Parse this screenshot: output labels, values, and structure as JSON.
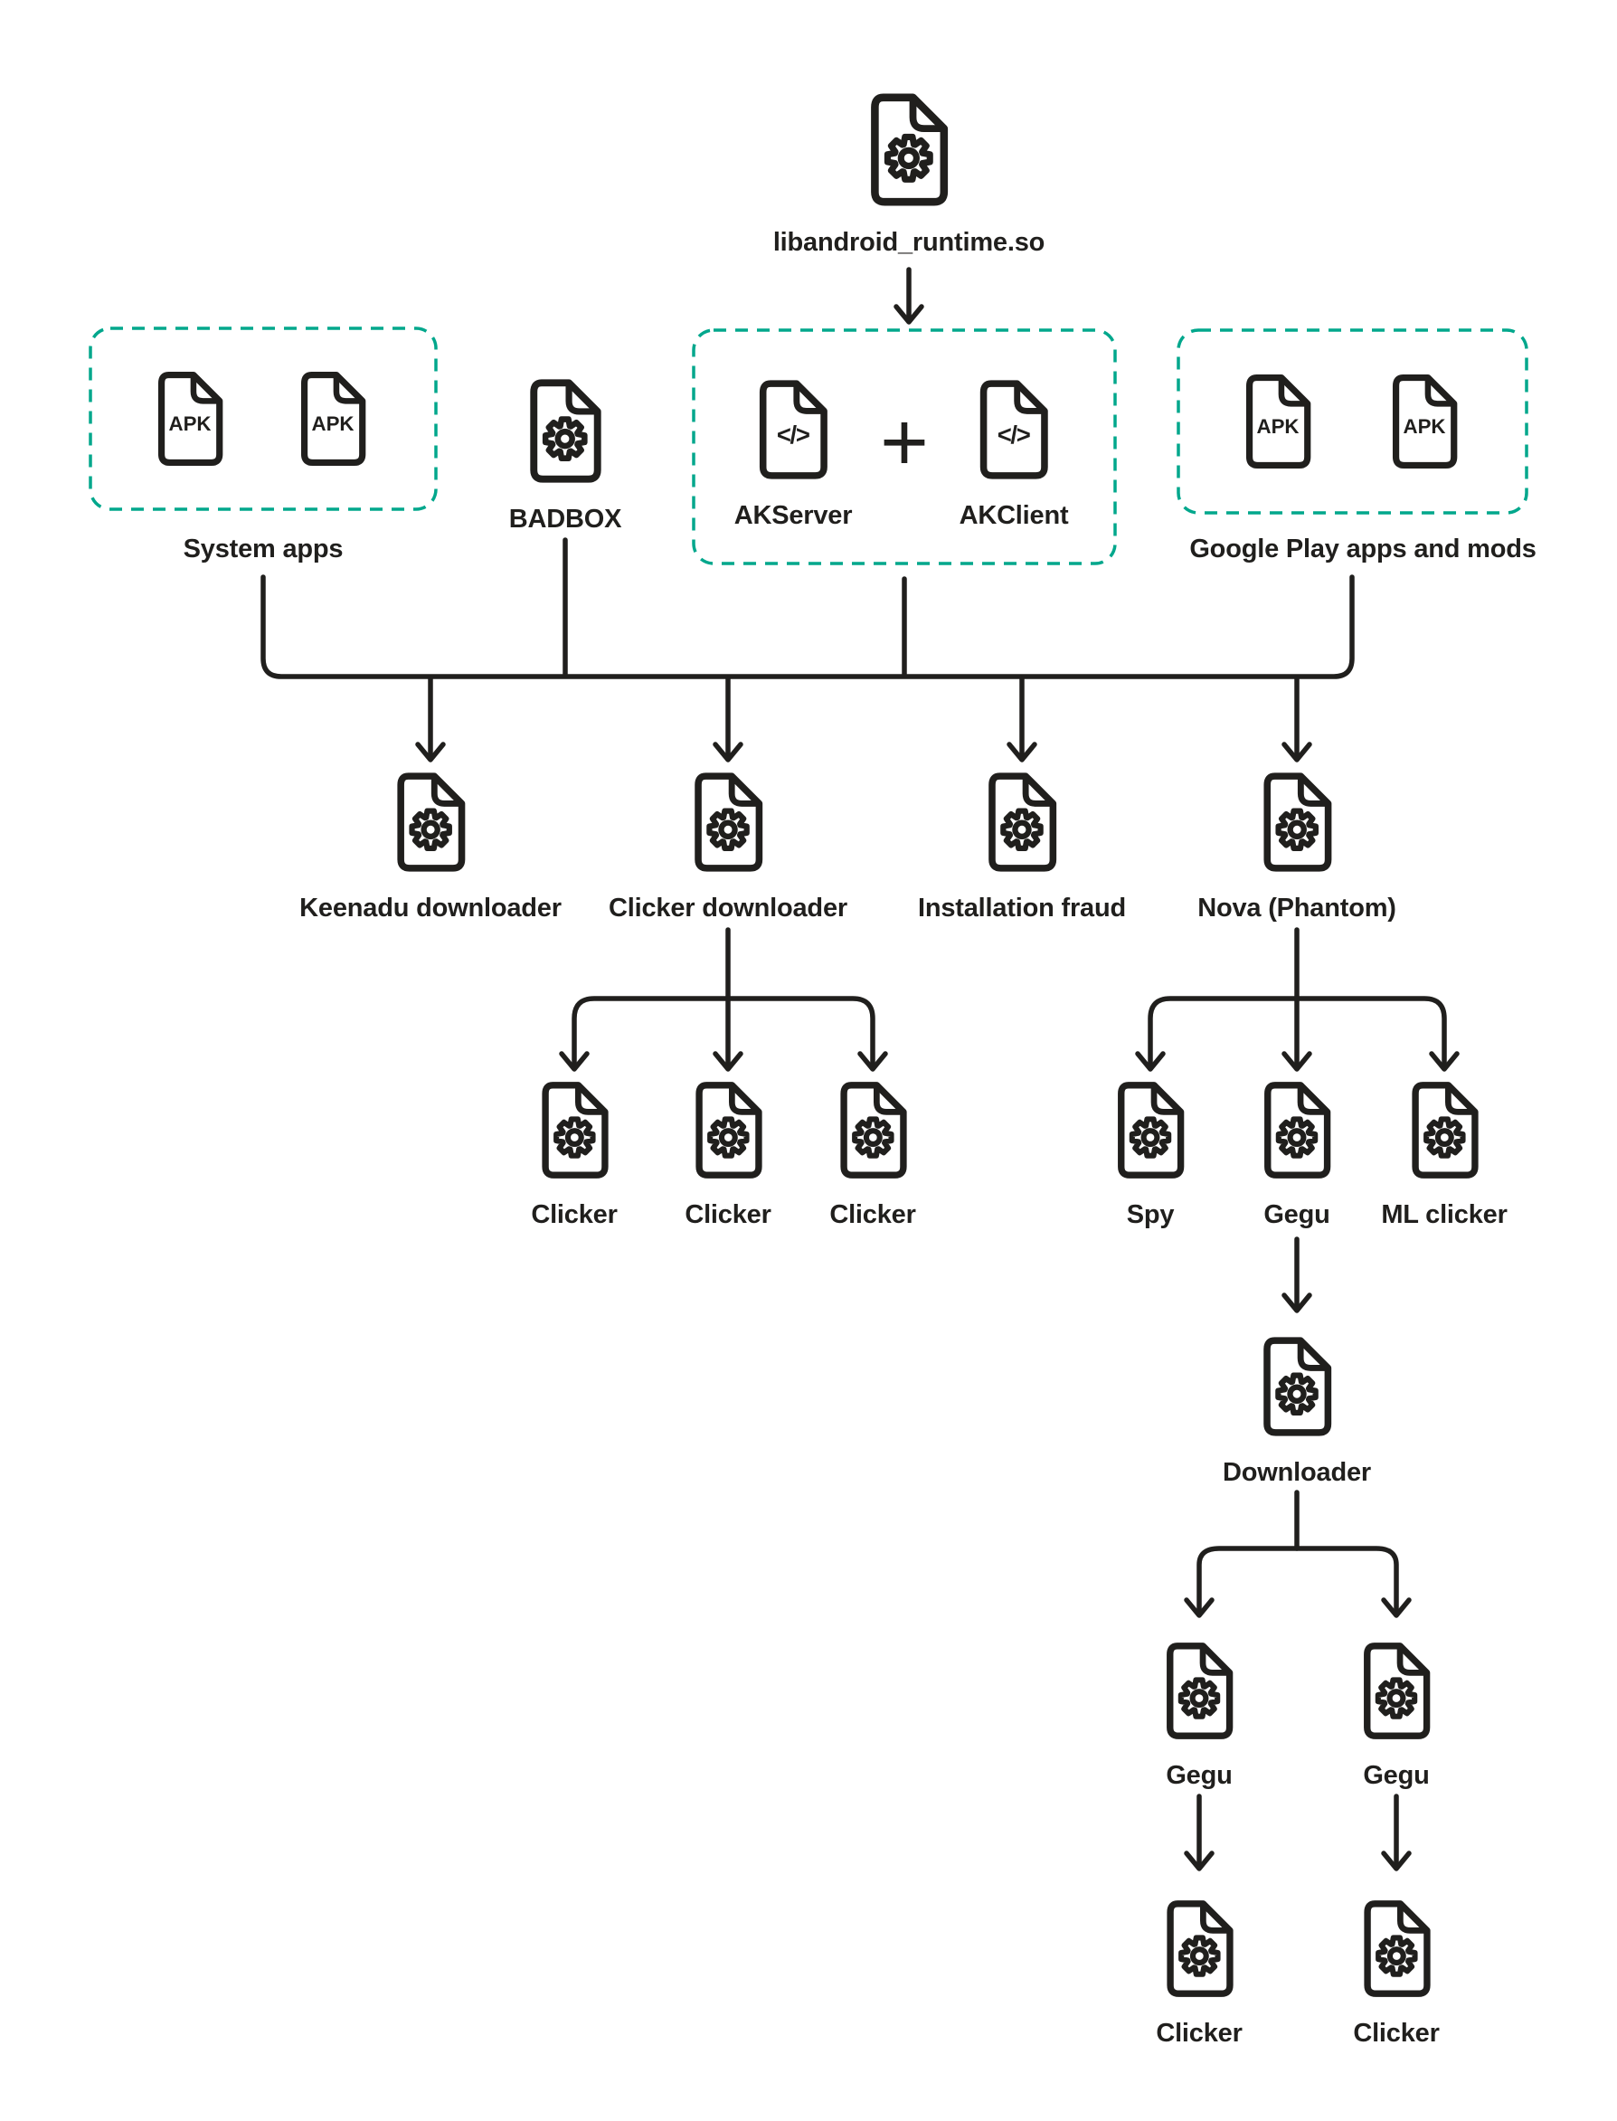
{
  "colors": {
    "ink": "#201f1d",
    "accent_dashed": "#00a78c",
    "background": "#ffffff"
  },
  "root": {
    "label": "libandroid_runtime.so"
  },
  "groups": {
    "system_apps": {
      "label": "System apps",
      "file_badges": [
        "APK",
        "APK"
      ]
    },
    "ak": {
      "plus_glyph": "+",
      "code_glyph": "</>",
      "items": [
        {
          "label": "AKServer"
        },
        {
          "label": "AKClient"
        }
      ]
    },
    "google_play": {
      "label": "Google Play apps and mods",
      "file_badges": [
        "APK",
        "APK"
      ]
    }
  },
  "badbox": {
    "label": "BADBOX"
  },
  "level2": [
    {
      "label": "Keenadu downloader"
    },
    {
      "label": "Clicker downloader"
    },
    {
      "label": "Installation fraud"
    },
    {
      "label": "Nova (Phantom)"
    }
  ],
  "clicker_children": [
    {
      "label": "Clicker"
    },
    {
      "label": "Clicker"
    },
    {
      "label": "Clicker"
    }
  ],
  "nova_children": [
    {
      "label": "Spy"
    },
    {
      "label": "Gegu"
    },
    {
      "label": "ML clicker"
    }
  ],
  "gegu_chain": {
    "downloader_label": "Downloader",
    "gegu_children": [
      {
        "label": "Gegu"
      },
      {
        "label": "Gegu"
      }
    ],
    "clicker_children": [
      {
        "label": "Clicker"
      },
      {
        "label": "Clicker"
      }
    ]
  }
}
